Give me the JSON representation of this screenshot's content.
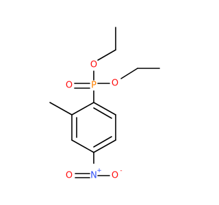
{
  "molecule": {
    "atoms": {
      "P": "P",
      "O_double": "O",
      "O_ester1": "O",
      "O_ester2": "O",
      "N": "N",
      "O_nitro1": "O",
      "O_nitro2": "O"
    },
    "charges": {
      "N": "+",
      "O_nitro2": "-"
    },
    "colors": {
      "P": "#ff8000",
      "O": "#ff0d0d",
      "N": "#3050f8",
      "bond": "#000000"
    }
  }
}
